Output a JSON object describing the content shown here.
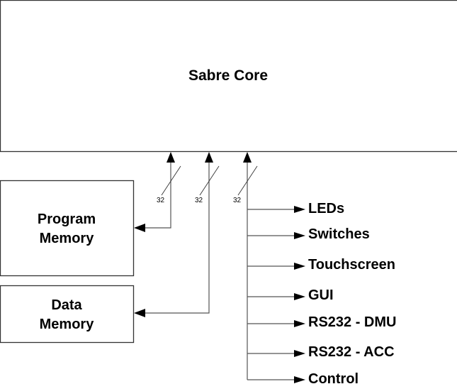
{
  "diagram": {
    "core": {
      "label": "Sabre Core"
    },
    "memories": [
      {
        "id": "program",
        "lines": [
          "Program",
          "Memory"
        ],
        "bus_width": "32"
      },
      {
        "id": "data",
        "lines": [
          "Data",
          "Memory"
        ],
        "bus_width": "32"
      }
    ],
    "io_bus": {
      "bus_width": "32"
    },
    "outputs": [
      {
        "label": "LEDs"
      },
      {
        "label": "Switches"
      },
      {
        "label": "Touchscreen"
      },
      {
        "label": "GUI"
      },
      {
        "label": "RS232 - DMU"
      },
      {
        "label": "RS232 - ACC"
      },
      {
        "label": "Control"
      }
    ],
    "colors": {
      "line": "#555555",
      "border": "#333333",
      "text": "#000000",
      "background": "#ffffff"
    }
  }
}
